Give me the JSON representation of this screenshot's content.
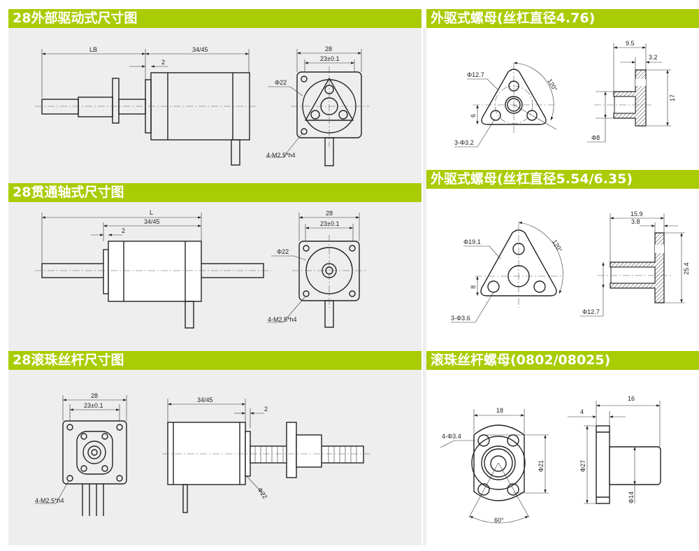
{
  "sections": {
    "ext_drive": {
      "title": "28外部驱动式尺寸图",
      "lb": "LB",
      "len": "34/45",
      "flange": "2",
      "width": "28",
      "hole_pitch": "23±0.1",
      "boss": "Φ22",
      "screw": "4-M2.5*h4"
    },
    "through_shaft": {
      "title": "28贯通轴式尺寸图",
      "l": "L",
      "len": "34/45",
      "flange": "2",
      "width": "28",
      "hole_pitch": "23±0.1",
      "boss": "Φ22",
      "screw": "4-M2.5*h4"
    },
    "ball_screw": {
      "title": "28滚珠丝杆尺寸图",
      "width": "28",
      "hole_pitch": "23±0.1",
      "screw": "4-M2.5*h4",
      "len": "34/45",
      "flange": "2",
      "boss": "Φ22"
    },
    "nut_476": {
      "title": "外驱式螺母(丝杠直径4.76)",
      "dia": "Φ12.7",
      "holes": "3-Φ3.2",
      "h": "6",
      "angle": "120°",
      "len": "9.5",
      "flange": "3.2",
      "height": "17",
      "bore": "Φ8"
    },
    "nut_554": {
      "title": "外驱式螺母(丝杠直径5.54/6.35)",
      "dia": "Φ19.1",
      "holes": "3-Φ3.6",
      "h": "8",
      "angle": "120°",
      "len": "15.9",
      "flange": "3.8",
      "height": "25.4",
      "bore": "Φ12.7"
    },
    "ball_nut": {
      "title": "滚珠丝杆螺母(0802/08025)",
      "width": "18",
      "holes": "4-Φ3.4",
      "pcd": "Φ21",
      "angle": "60°",
      "len": "16",
      "flange": "4",
      "dia": "Φ27",
      "body": "Φ14"
    }
  },
  "colors": {
    "header": "#a9cc04",
    "panel": "#eeeeee"
  }
}
